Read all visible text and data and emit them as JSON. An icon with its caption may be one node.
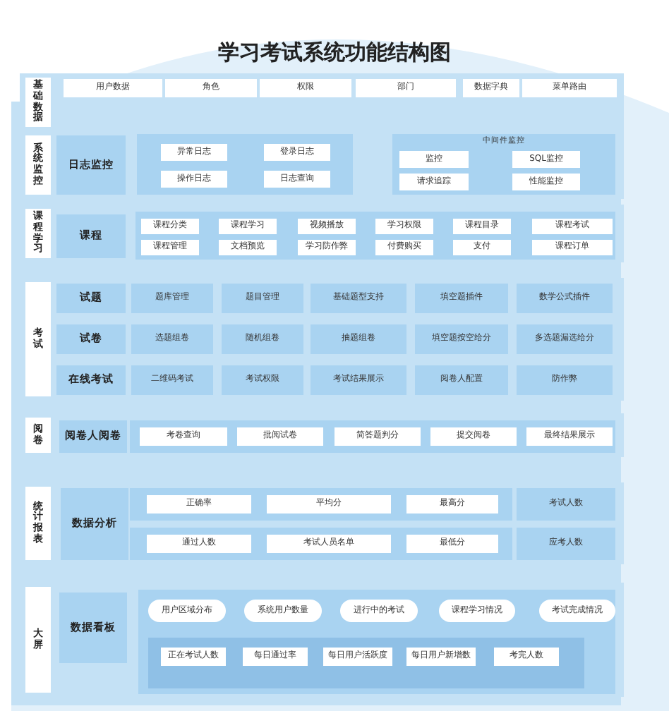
{
  "diagram": {
    "title": "学习考试系统功能结构图",
    "nodes": [
      {
        "text": [
          "基础数据"
        ]
      },
      {
        "text": [
          "用户数据"
        ],
        "in": 0
      },
      {
        "text": [
          "角色"
        ],
        "in": 0
      },
      {
        "text": [
          "权限"
        ],
        "in": 0
      },
      {
        "text": [
          "部门"
        ],
        "in": 0
      },
      {
        "text": [
          "数据字典"
        ],
        "in": 0
      },
      {
        "text": [
          "菜单路由"
        ],
        "in": 0
      },
      {
        "text": [
          "系统监控"
        ]
      },
      {
        "text": [
          "日志监控"
        ],
        "in": 7
      },
      {
        "text": [
          "异常日志"
        ],
        "in": 7
      },
      {
        "text": [
          "登录日志"
        ],
        "in": 7
      },
      {
        "text": [
          "操作日志"
        ],
        "in": 7
      },
      {
        "text": [
          "日志查询"
        ],
        "in": 7
      },
      {
        "text": [
          "中间件监控"
        ],
        "in": 7
      },
      {
        "text": [
          "监控"
        ],
        "in": 13
      },
      {
        "text": [
          "SQL监控"
        ],
        "in": 13
      },
      {
        "text": [
          "请求追踪"
        ],
        "in": 13
      },
      {
        "text": [
          "性能监控"
        ],
        "in": 13
      },
      {
        "text": [
          "课程学习"
        ]
      },
      {
        "text": [
          "课程"
        ],
        "in": 18
      },
      {
        "text": [
          "课程分类"
        ],
        "in": 18
      },
      {
        "text": [
          "课程学习"
        ],
        "in": 18
      },
      {
        "text": [
          "视频播放"
        ],
        "in": 18
      },
      {
        "text": [
          "学习权限"
        ],
        "in": 18
      },
      {
        "text": [
          "课程目录"
        ],
        "in": 18
      },
      {
        "text": [
          "课程考试"
        ],
        "in": 18
      },
      {
        "text": [
          "课程管理"
        ],
        "in": 18
      },
      {
        "text": [
          "文档预览"
        ],
        "in": 18
      },
      {
        "text": [
          "学习防作弊"
        ],
        "in": 18
      },
      {
        "text": [
          "付费购买"
        ],
        "in": 18
      },
      {
        "text": [
          "支付"
        ],
        "in": 18
      },
      {
        "text": [
          "课程订单"
        ],
        "in": 18
      },
      {
        "text": [
          "考试"
        ]
      },
      {
        "text": [
          "试题"
        ],
        "in": 32
      },
      {
        "text": [
          "题库管理"
        ],
        "in": 32
      },
      {
        "text": [
          "题目管理"
        ],
        "in": 32
      },
      {
        "text": [
          "基础题型支持"
        ],
        "in": 32
      },
      {
        "text": [
          "填空题插件"
        ],
        "in": 32
      },
      {
        "text": [
          "数学公式插件"
        ],
        "in": 32
      },
      {
        "text": [
          "试卷"
        ],
        "in": 32
      },
      {
        "text": [
          "选题组卷"
        ],
        "in": 32
      },
      {
        "text": [
          "随机组卷"
        ],
        "in": 32
      },
      {
        "text": [
          "抽题组卷"
        ],
        "in": 32
      },
      {
        "text": [
          "填空题按空给分"
        ],
        "in": 32
      },
      {
        "text": [
          "多选题漏选给分"
        ],
        "in": 32
      },
      {
        "text": [
          "在线考试"
        ],
        "in": 32
      },
      {
        "text": [
          "二维码考试"
        ],
        "in": 32
      },
      {
        "text": [
          "考试权限"
        ],
        "in": 32
      },
      {
        "text": [
          "考试结果展示"
        ],
        "in": 32
      },
      {
        "text": [
          "阅卷人配置"
        ],
        "in": 32
      },
      {
        "text": [
          "防作弊"
        ],
        "in": 32
      },
      {
        "text": [
          "阅卷"
        ]
      },
      {
        "text": [
          "阅卷人阅卷"
        ],
        "in": 51
      },
      {
        "text": [
          "考卷查询"
        ],
        "in": 51
      },
      {
        "text": [
          "批阅试卷"
        ],
        "in": 51
      },
      {
        "text": [
          "简答题判分"
        ],
        "in": 51
      },
      {
        "text": [
          "提交阅卷"
        ],
        "in": 51
      },
      {
        "text": [
          "最终结果展示"
        ],
        "in": 51
      },
      {
        "text": [
          "统计报表"
        ]
      },
      {
        "text": [
          "数据分析"
        ],
        "in": 58
      },
      {
        "text": [
          "正确率"
        ],
        "in": 58
      },
      {
        "text": [
          "平均分"
        ],
        "in": 58
      },
      {
        "text": [
          "最高分"
        ],
        "in": 58
      },
      {
        "text": [
          "考试人数"
        ],
        "in": 58
      },
      {
        "text": [
          "通过人数"
        ],
        "in": 58
      },
      {
        "text": [
          "考试人员名单"
        ],
        "in": 58
      },
      {
        "text": [
          "最低分"
        ],
        "in": 58
      },
      {
        "text": [
          "应考人数"
        ],
        "in": 58
      },
      {
        "text": [
          "大屏"
        ]
      },
      {
        "text": [
          "数据看板"
        ],
        "in": 68
      },
      {
        "text": [
          "用户区域分布"
        ],
        "in": 68
      },
      {
        "text": [
          "系统用户数量"
        ],
        "in": 68
      },
      {
        "text": [
          "进行中的考试"
        ],
        "in": 68
      },
      {
        "text": [
          "课程学习情况"
        ],
        "in": 68
      },
      {
        "text": [
          "考试完成情况"
        ],
        "in": 68
      },
      {
        "text": [
          "正在考试人数"
        ],
        "in": 68
      },
      {
        "text": [
          "每日通过率"
        ],
        "in": 68
      },
      {
        "text": [
          "每日用户活跃度"
        ],
        "in": 68
      },
      {
        "text": [
          "每日用户新增数"
        ],
        "in": 68
      },
      {
        "text": [
          "考完人数"
        ],
        "in": 68
      }
    ]
  }
}
